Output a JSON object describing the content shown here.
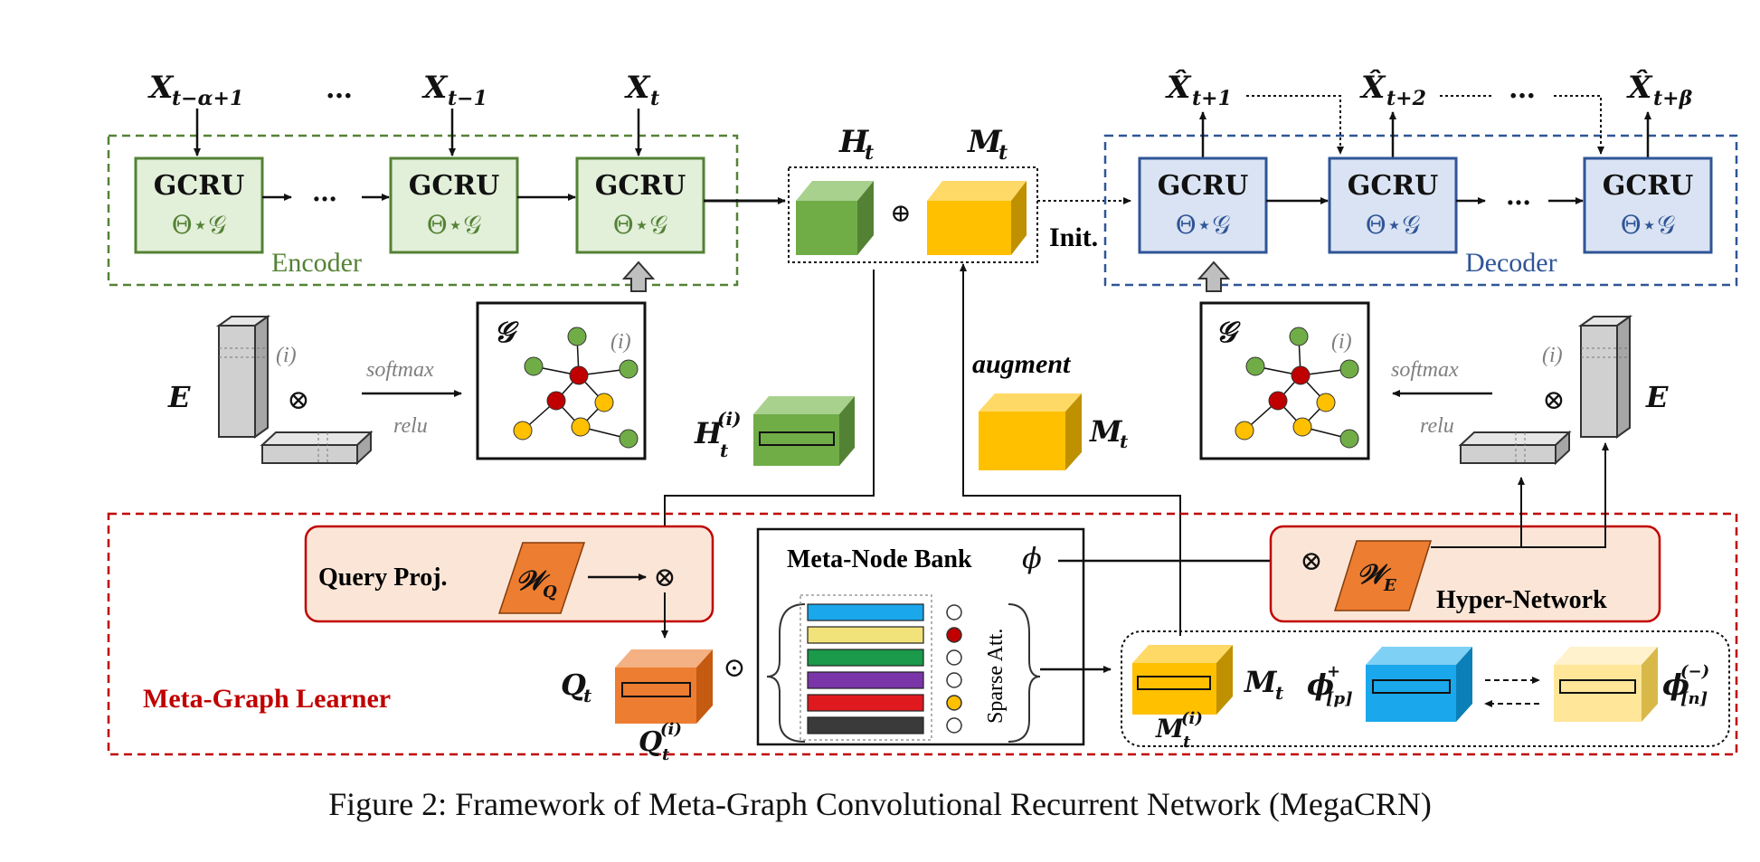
{
  "encoder": {
    "inputs": {
      "first": "X",
      "first_sub": "t−α+1",
      "dots": "…",
      "mid": "X",
      "mid_sub": "t−1",
      "last": "X",
      "last_sub": "t"
    },
    "cells": [
      {
        "title": "GCRU",
        "param": "Θ⋆𝒢"
      },
      {
        "title": "GCRU",
        "param": "Θ⋆𝒢"
      },
      {
        "title": "GCRU",
        "param": "Θ⋆𝒢"
      }
    ],
    "dots": "…",
    "label": "Encoder"
  },
  "decoder": {
    "outputs": {
      "first": "X̂",
      "first_sub": "t+1",
      "mid": "X̂",
      "mid_sub": "t+2",
      "dots": "…",
      "last": "X̂",
      "last_sub": "t+β"
    },
    "cells": [
      {
        "title": "GCRU",
        "param": "Θ⋆𝒢"
      },
      {
        "title": "GCRU",
        "param": "Θ⋆𝒢"
      },
      {
        "title": "GCRU",
        "param": "Θ⋆𝒢"
      }
    ],
    "dots": "…",
    "label": "Decoder"
  },
  "state": {
    "h_label": "H",
    "h_sub": "t",
    "m_label": "M",
    "m_sub": "t",
    "oplus": "⊕",
    "init": "Init."
  },
  "graph_left": {
    "e_label": "E",
    "otimes": "⊗",
    "index": "(i)",
    "softmax": "softmax",
    "relu": "relu",
    "g_label": "𝒢",
    "g_index": "(i)"
  },
  "graph_right": {
    "e_label": "E",
    "otimes": "⊗",
    "index": "(i)",
    "softmax": "softmax",
    "relu": "relu",
    "g_label": "𝒢",
    "g_index": "(i)"
  },
  "hidden_node": {
    "label": "H",
    "sup": "(i)",
    "sub": "t"
  },
  "augment": {
    "label": "augment",
    "m_label": "M",
    "m_sub": "t"
  },
  "learner": {
    "title": "Meta-Graph Learner",
    "query_proj": {
      "label": "Query Proj.",
      "w": "𝒲",
      "w_sub": "Q",
      "otimes": "⊗"
    },
    "hyper_net": {
      "label": "Hyper-Network",
      "w": "𝒲",
      "w_sub": "E",
      "otimes": "⊗"
    },
    "query": {
      "label": "Q",
      "sub": "t",
      "node_label": "Q",
      "node_sup": "(i)",
      "node_sub": "t",
      "odot": "⊙"
    },
    "bank": {
      "title": "Meta-Node Bank",
      "phi": "ϕ",
      "sparse": "Sparse Att."
    },
    "bank_rows": [
      {
        "color": "#1aa7ec",
        "dot": "#ffffff"
      },
      {
        "color": "#f2e27a",
        "dot": "#c00000"
      },
      {
        "color": "#1a9a4a",
        "dot": "#ffffff"
      },
      {
        "color": "#7a35a8",
        "dot": "#ffffff"
      },
      {
        "color": "#e0191f",
        "dot": "#ffc000"
      },
      {
        "color": "#3a3a3a",
        "dot": "#ffffff"
      }
    ],
    "memory": {
      "m_label": "M",
      "m_sub": "t",
      "mi_label": "M",
      "mi_sup": "(i)",
      "mi_sub": "t",
      "pos_label": "ϕ",
      "pos_sup": "+",
      "pos_sub": "[p]",
      "neg_label": "ϕ",
      "neg_sup": "(−)",
      "neg_sub": "[n]"
    }
  },
  "caption": "Figure 2: Framework of Meta-Graph Convolutional Recurrent Network (MegaCRN)",
  "colors": {
    "encoder_green": "#548235",
    "encoder_fill": "#e2efd9",
    "decoder_blue": "#2f5597",
    "decoder_fill": "#dae3f3",
    "learner_red": "#c00000",
    "pink_fill": "#fbe5d6",
    "hidden_green": "#70ad47",
    "memory_gold": "#ffc000",
    "query_orange": "#ed7d31",
    "pos_blue": "#1aa7ec",
    "neg_yellow": "#ffe699"
  }
}
